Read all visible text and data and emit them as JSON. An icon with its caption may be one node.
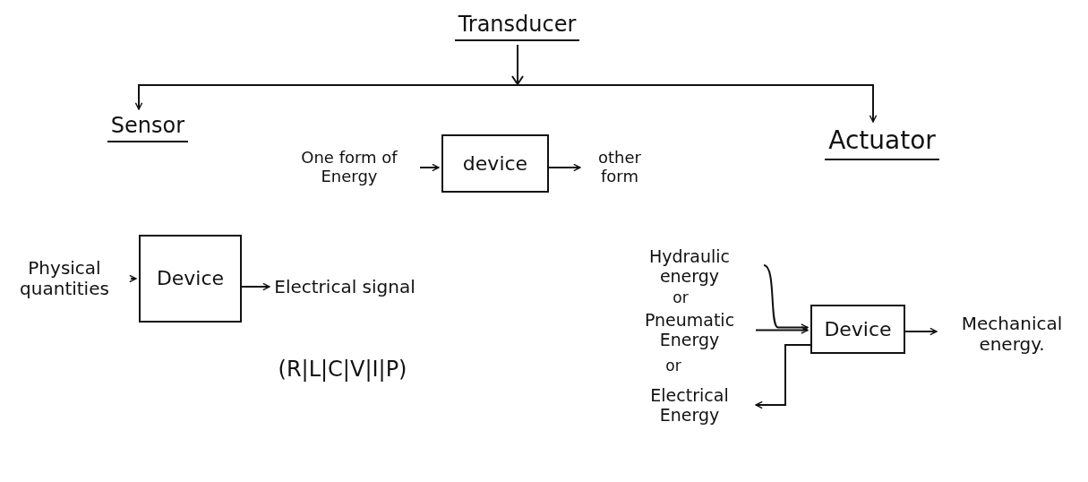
{
  "diagram": {
    "nodes": [
      {
        "text": [
          "Transducer"
        ]
      },
      {
        "text": [
          "Sensor"
        ]
      },
      {
        "text": [
          "Actuator"
        ]
      },
      {
        "text": [
          "One form of Energy"
        ]
      },
      {
        "text": [
          "device"
        ]
      },
      {
        "text": [
          "other form"
        ]
      },
      {
        "text": [
          "Physical quantities"
        ]
      },
      {
        "text": [
          "Device"
        ]
      },
      {
        "text": [
          "Electrical signal"
        ]
      },
      {
        "text": [
          "Hydraulic energy"
        ]
      },
      {
        "text": [
          "Pneumatic Energy"
        ]
      },
      {
        "text": [
          "Device"
        ]
      },
      {
        "text": [
          "Mechanical energy."
        ]
      },
      {
        "text": [
          "Electrical Energy"
        ]
      }
    ],
    "edges": [
      {
        "from": 0,
        "to": 1,
        "arrow": "to"
      },
      {
        "from": 0,
        "to": 2,
        "arrow": "to"
      },
      {
        "from": 3,
        "to": 4,
        "arrow": "to"
      },
      {
        "from": 4,
        "to": 5,
        "arrow": "to"
      },
      {
        "from": 6,
        "to": 7,
        "arrow": "to"
      },
      {
        "from": 7,
        "to": 8,
        "arrow": "to"
      },
      {
        "from": 9,
        "to": 11,
        "arrow": "to"
      },
      {
        "from": 10,
        "to": 11,
        "arrow": "to"
      },
      {
        "from": 11,
        "to": 12,
        "arrow": "to"
      },
      {
        "from": 11,
        "to": 13,
        "arrow": "to"
      }
    ],
    "labels": [
      "(R|L|C|V|I|P)",
      "or",
      "or"
    ]
  }
}
